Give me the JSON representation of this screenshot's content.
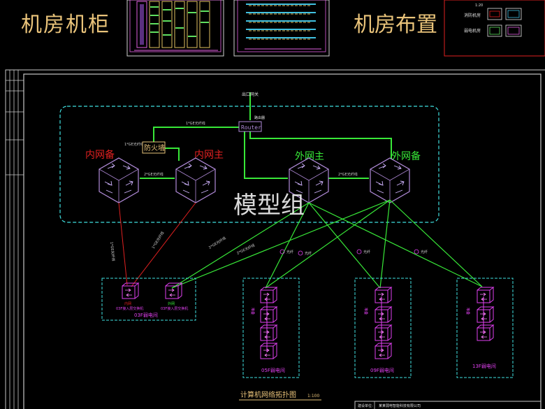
{
  "header": {
    "left_title": "机房机柜",
    "right_title": "机房布置",
    "thumb_scale": "1:20",
    "thumb_labels": [
      "消防机房",
      "弱电机房"
    ]
  },
  "core": {
    "top_label": "出口网关",
    "router_label": "Router",
    "router_sub": "路由器",
    "firewall_label": "防火墙",
    "inner_backup": "内网备",
    "inner_main": "内网主",
    "outer_main": "外网主",
    "outer_backup": "外网备",
    "link_labels": [
      "1*GE光纤线",
      "1*GE光纤线",
      "2*GE光纤线",
      "2*GE光纤线"
    ]
  },
  "watermark": "模型组",
  "access": {
    "left_box_caption": "03F弱电间",
    "left_switch_labels": [
      "内网",
      "外网"
    ],
    "left_switch_notes": [
      "03F接入层交换机",
      "03F接入层交换机"
    ],
    "boxes": [
      {
        "caption": "05F弱电间"
      },
      {
        "caption": "09F弱电间"
      },
      {
        "caption": "13F弱电间"
      }
    ],
    "stack_label": "堆叠",
    "uplink_label": "光纤"
  },
  "footer": {
    "diagram_title": "计算机网络拓扑图",
    "diagram_scale": "1:100",
    "title_block_label": "建设单位:",
    "title_block_value": "某某弱电智能科技有限公司"
  },
  "colors": {
    "background": "#000000",
    "frame": "#c8c8c8",
    "cyan": "#3fe0e0",
    "green": "#38e838",
    "red": "#e02020",
    "magenta": "#e040f0",
    "gold": "#e9c37a"
  }
}
